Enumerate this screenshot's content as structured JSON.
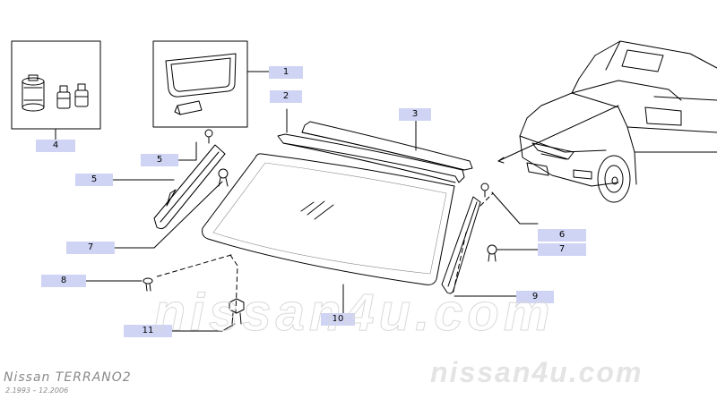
{
  "callouts": [
    {
      "id": "1",
      "label": "1"
    },
    {
      "id": "2",
      "label": "2"
    },
    {
      "id": "3",
      "label": "3"
    },
    {
      "id": "4",
      "label": "4"
    },
    {
      "id": "5a",
      "label": "5"
    },
    {
      "id": "5b",
      "label": "5"
    },
    {
      "id": "6",
      "label": "6"
    },
    {
      "id": "7a",
      "label": "7"
    },
    {
      "id": "7b",
      "label": "7"
    },
    {
      "id": "8",
      "label": "8"
    },
    {
      "id": "9",
      "label": "9"
    },
    {
      "id": "10",
      "label": "10"
    },
    {
      "id": "11",
      "label": "11"
    }
  ],
  "watermark": "nissan4u.com",
  "model_label": "Nissan TERRANO2",
  "years_label": "2.1993 – 12.2006"
}
